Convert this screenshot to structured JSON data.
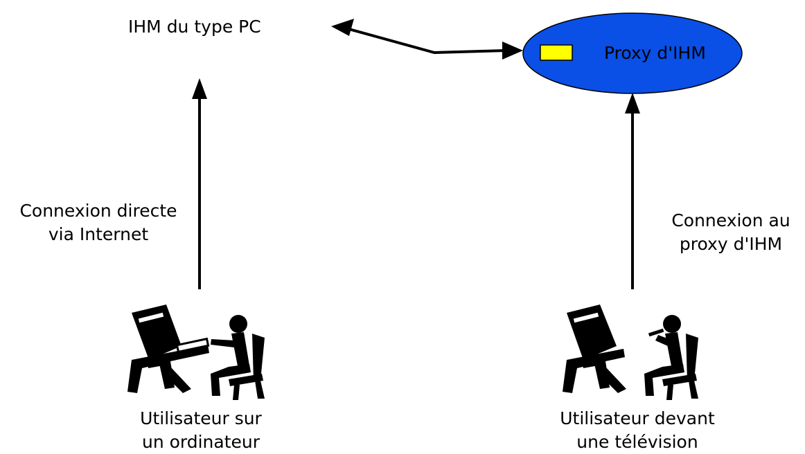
{
  "nodes": {
    "ihm_pc": {
      "label": "IHM du type PC"
    },
    "proxy": {
      "label": "Proxy d'IHM",
      "fill_color": "#0a4fe6",
      "chip_color": "#ffff00"
    }
  },
  "edges": {
    "direct": {
      "lines": [
        "Connexion directe",
        "via Internet"
      ]
    },
    "proxy_connection": {
      "lines": [
        "Connexion au",
        "proxy d'IHM"
      ]
    }
  },
  "users": {
    "computer": {
      "icon": "person-at-computer-icon",
      "lines": [
        "Utilisateur sur",
        "un ordinateur"
      ]
    },
    "television": {
      "icon": "person-watching-tv-icon",
      "lines": [
        "Utilisateur devant",
        "une télévision"
      ]
    }
  }
}
